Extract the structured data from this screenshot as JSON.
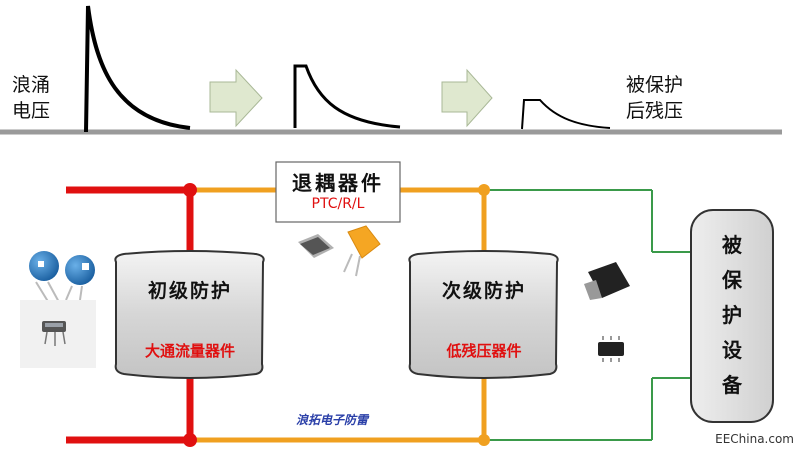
{
  "top": {
    "surge_label": "浪涌\n电压",
    "protected_label": "被保护\n后残压"
  },
  "decoupling": {
    "title": "退耦器件",
    "subtitle": "PTC/R/L"
  },
  "primary": {
    "title": "初级防护",
    "subtitle": "大通流量器件"
  },
  "secondary": {
    "title": "次级防护",
    "subtitle": "低残压器件"
  },
  "device": {
    "label": "被\n保\n护\n设\n备"
  },
  "footer": {
    "brand": "浪拓电子防雷",
    "watermark": "EEChina.com"
  },
  "colors": {
    "red_line": "#e01010",
    "orange_line": "#f0a020",
    "green_line": "#3a9a4a",
    "arrow_fill": "#dfe8cf"
  }
}
